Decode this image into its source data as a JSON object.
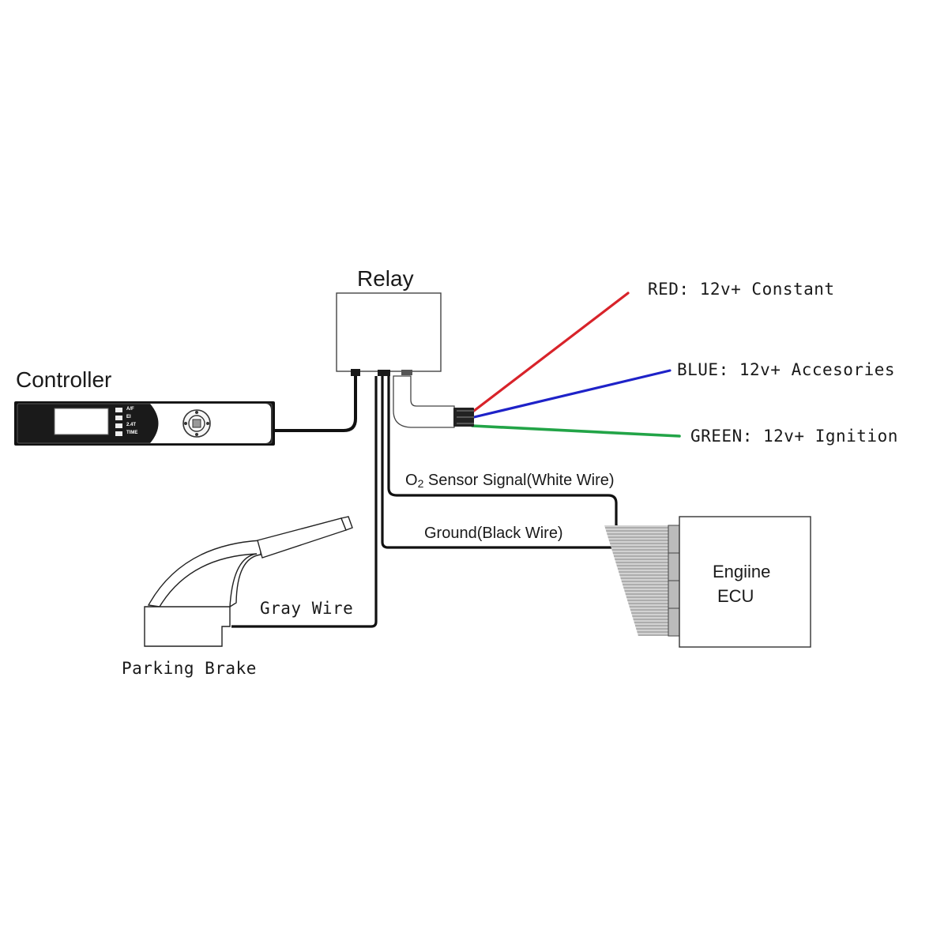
{
  "relay": {
    "title": "Relay"
  },
  "controller": {
    "title": "Controller",
    "modes": [
      "A/F",
      "EI",
      "2.4T",
      "TIME"
    ]
  },
  "power_wires": {
    "red": {
      "label": "RED: 12v+ Constant",
      "color": "#d8232a"
    },
    "blue": {
      "label": "BLUE: 12v+ Accesories",
      "color": "#1e22c8"
    },
    "green": {
      "label": "GREEN: 12v+ Ignition",
      "color": "#22a447"
    }
  },
  "signal_wires": {
    "o2": {
      "prefix": "O",
      "sub": "2",
      "rest": " Sensor Signal(White Wire)"
    },
    "ground": {
      "label": "Ground(Black Wire)"
    },
    "gray": {
      "label": "Gray Wire"
    }
  },
  "parking_brake": {
    "label": "Parking Brake"
  },
  "ecu": {
    "line1": "Engiine",
    "line2": "ECU"
  }
}
